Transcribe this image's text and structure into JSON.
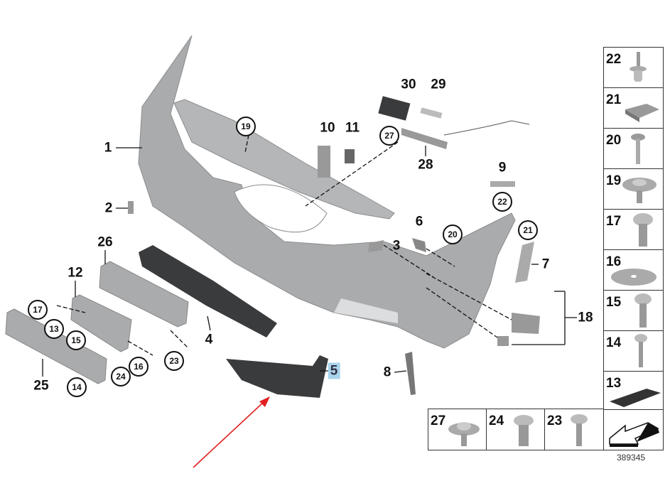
{
  "diagram": {
    "title_number": "389345",
    "main_labels": [
      "1",
      "2",
      "3",
      "4",
      "5",
      "6",
      "7",
      "8",
      "9",
      "10",
      "11",
      "12",
      "18",
      "25",
      "26",
      "28",
      "29",
      "30"
    ],
    "circled_labels": [
      "19",
      "27",
      "22",
      "20",
      "21",
      "17",
      "13",
      "15",
      "16",
      "23",
      "24",
      "14"
    ],
    "highlighted_label": "5",
    "side_panel": [
      "22",
      "21",
      "20",
      "19",
      "17",
      "16",
      "15",
      "14",
      "13"
    ],
    "bottom_panel": [
      "27",
      "24",
      "23"
    ],
    "colors": {
      "part_gray": "#a9abad",
      "grille": "#3a3b3d",
      "highlight": "#a9d4ec",
      "arrow": "#e02020"
    }
  }
}
